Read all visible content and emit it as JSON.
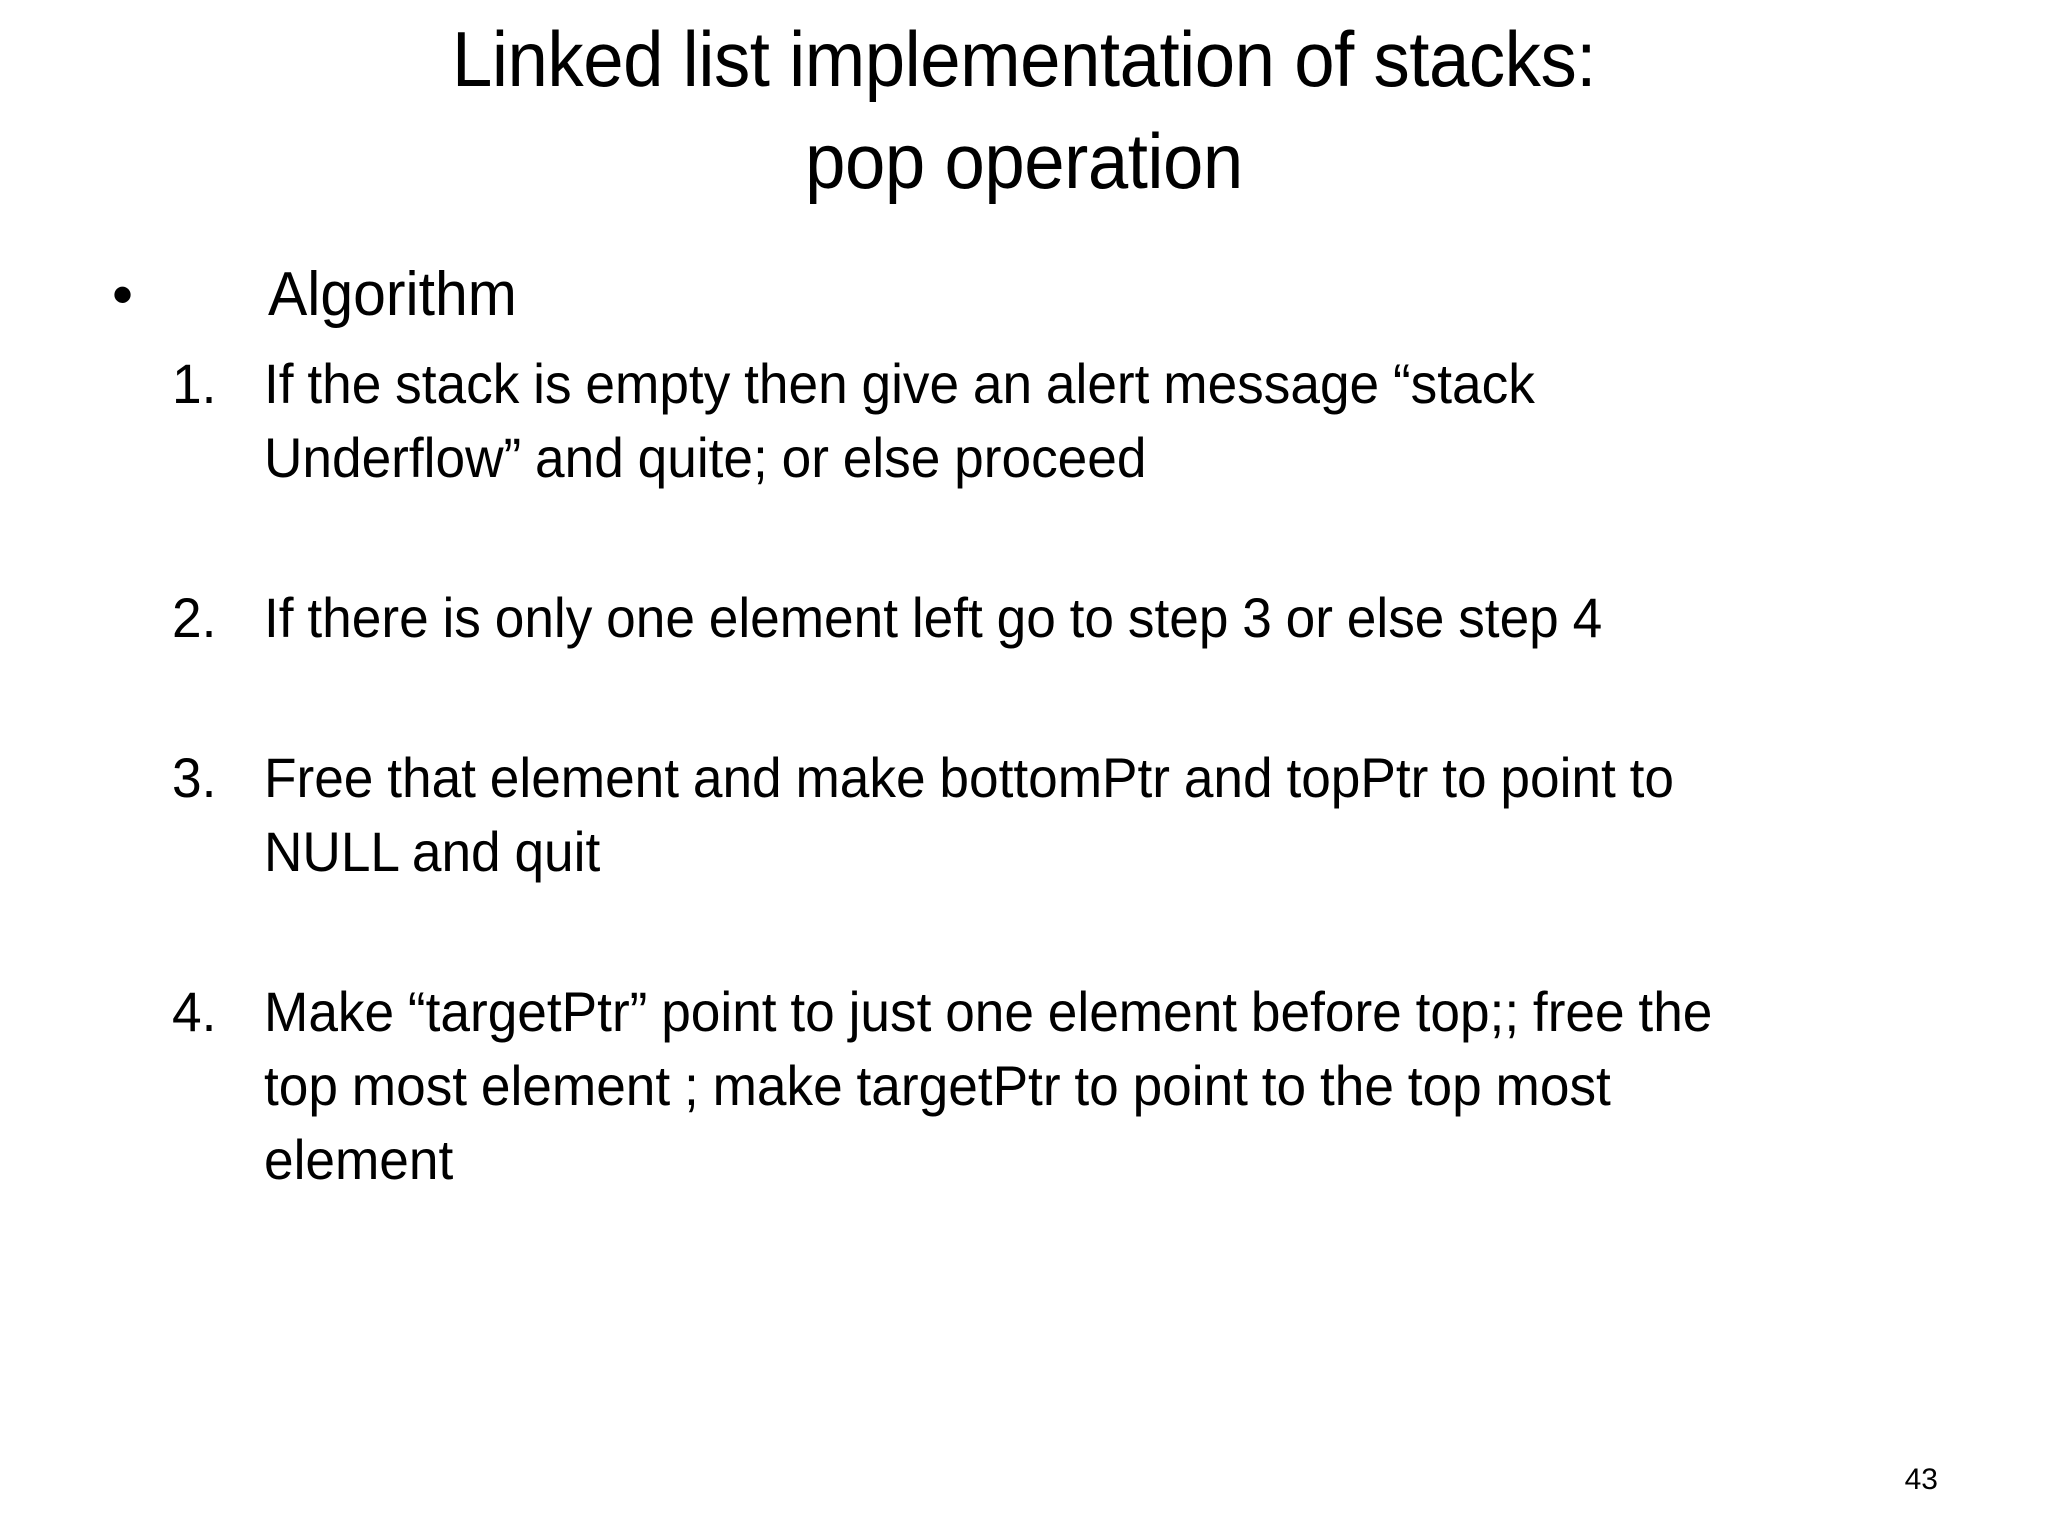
{
  "slide": {
    "background_color": "#FFFFFF",
    "text_color": "#000000",
    "title": {
      "line1": "Linked list implementation of stacks:",
      "line2": "pop operation"
    },
    "body": {
      "bullet_glyph": "•",
      "heading": "Algorithm",
      "items": [
        {
          "number": "1.",
          "text": "If the stack is empty then give an alert message “stack Underflow” and quite; or else proceed"
        },
        {
          "number": "2.",
          "text": "If there is only one element left go to step 3 or else step 4"
        },
        {
          "number": "3.",
          "text": "Free that element and make bottomPtr and topPtr to point to NULL and quit"
        },
        {
          "number": "4.",
          "text": "Make “targetPtr” point to just one element before top;; free the top most element ; make targetPtr to point to the top most element"
        }
      ]
    },
    "page_number": "43"
  }
}
